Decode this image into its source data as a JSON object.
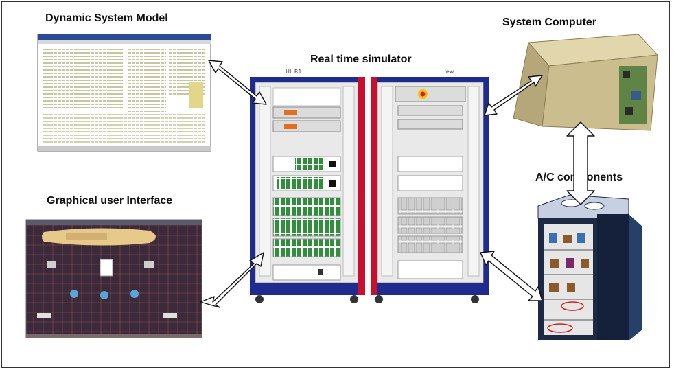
{
  "labels": {
    "dynamic_model": "Dynamic System Model",
    "real_time": "Real time simulator",
    "system_computer": "System Computer",
    "gui": "Graphical user Interface",
    "ac_components": "A/C components"
  },
  "rack": {
    "left_tag": "HILR1",
    "right_tag": "...lew"
  },
  "colors": {
    "rack_blue": "#1f2b8e",
    "rack_red": "#c8102e",
    "gui_bg": "#3a2a3a",
    "box_beige": "#c9b98a",
    "cabinet_dark": "#1c2a44"
  }
}
